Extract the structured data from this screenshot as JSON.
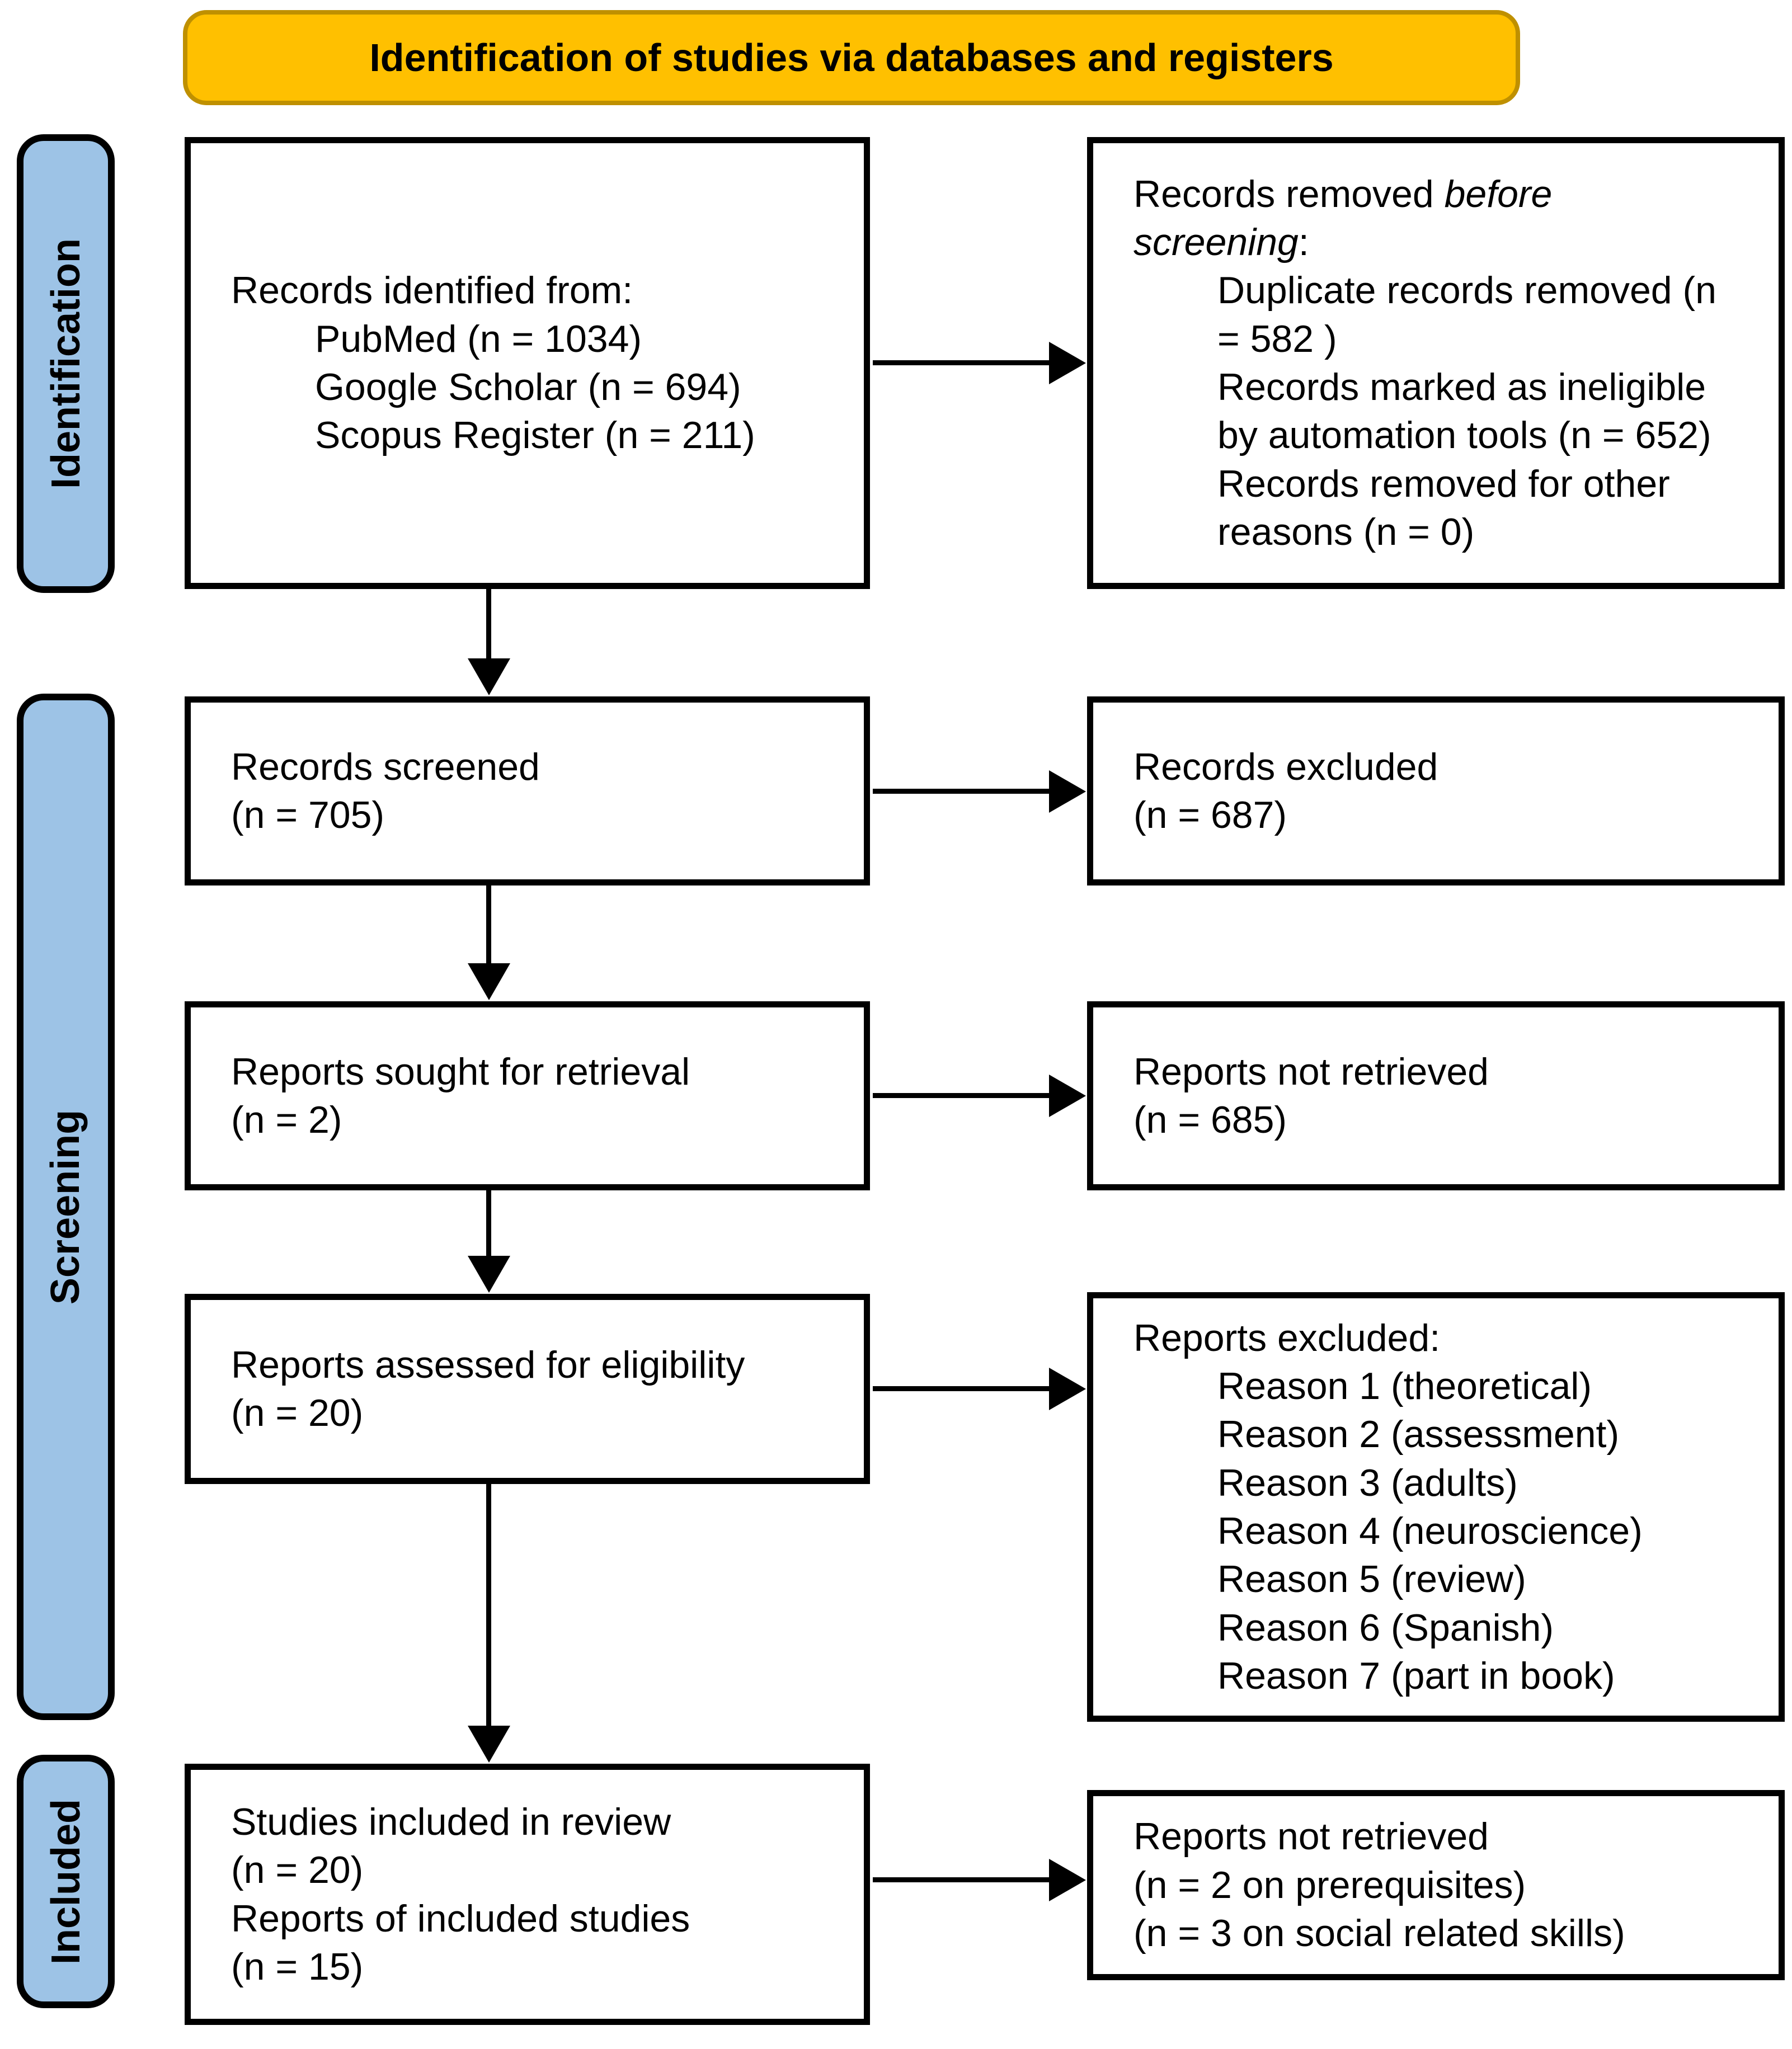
{
  "colors": {
    "banner_fill": "#FFC000",
    "banner_border": "#BF9000",
    "stage_fill": "#9DC3E6",
    "box_border": "#000000",
    "arrow": "#000000",
    "background": "#FFFFFF"
  },
  "banner": {
    "title": "Identification of studies via databases and registers"
  },
  "sidebar": {
    "identification": "Identification",
    "screening": "Screening",
    "included": "Included"
  },
  "boxes": {
    "records_identified": {
      "title": "Records identified from:",
      "items": [
        "PubMed (n = 1034)",
        "Google Scholar (n = 694)",
        "Scopus Register (n = 211)"
      ]
    },
    "records_removed": {
      "title_prefix": "Records removed ",
      "title_italic": "before screening",
      "title_suffix": ":",
      "items": [
        "Duplicate records removed (n = 582 )",
        "Records marked as ineligible by automation tools (n = 652)",
        "Records removed for other reasons (n = 0)"
      ]
    },
    "records_screened": {
      "line1": "Records screened",
      "line2": "(n = 705)"
    },
    "records_excluded": {
      "line1": "Records excluded",
      "line2": "(n = 687)"
    },
    "reports_sought": {
      "line1": "Reports sought for retrieval",
      "line2": "(n = 2)"
    },
    "reports_not_retrieved": {
      "line1": "Reports not retrieved",
      "line2": "(n = 685)"
    },
    "reports_assessed": {
      "line1": "Reports assessed for eligibility",
      "line2": "(n = 20)"
    },
    "reports_excluded": {
      "title": "Reports excluded:",
      "items": [
        "Reason 1 (theoretical)",
        "Reason 2 (assessment)",
        "Reason 3 (adults)",
        "Reason 4 (neuroscience)",
        "Reason 5 (review)",
        "Reason 6 (Spanish)",
        "Reason 7 (part in book)"
      ]
    },
    "studies_included": {
      "line1": "Studies included in review",
      "line2": "(n = 20)",
      "line3": "Reports of included studies",
      "line4": "(n = 15)"
    },
    "reports_not_retrieved_final": {
      "line1": "Reports not retrieved",
      "line2": "(n = 2 on prerequisites)",
      "line3": "(n = 3 on social related skills)"
    }
  }
}
